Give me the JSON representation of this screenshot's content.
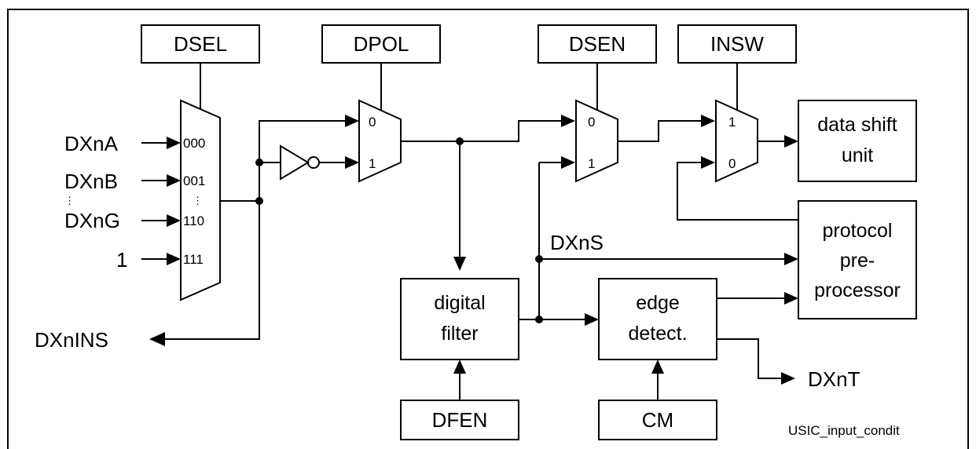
{
  "registers": {
    "dsel": "DSEL",
    "dpol": "DPOL",
    "dsen": "DSEN",
    "insw": "INSW",
    "dfen": "DFEN",
    "cm": "CM"
  },
  "inputs": {
    "dxna": "DXnA",
    "dxnb": "DXnB",
    "dxng": "DXnG",
    "one": "1",
    "vdots": "⋮"
  },
  "mux_inputs": {
    "sel_000": "000",
    "sel_001": "001",
    "sel_110": "110",
    "sel_111": "111",
    "vdots": "⋮"
  },
  "mux_labels": {
    "dpol_0": "0",
    "dpol_1": "1",
    "dsen_0": "0",
    "dsen_1": "1",
    "insw_1": "1",
    "insw_0": "0"
  },
  "blocks": {
    "digital_filter": [
      "digital",
      "filter"
    ],
    "edge_detect": [
      "edge",
      "detect."
    ],
    "data_shift_unit": [
      "data shift",
      "unit"
    ],
    "protocol_preprocessor": [
      "protocol",
      "pre-",
      "processor"
    ]
  },
  "signals": {
    "dxnins": "DXnINS",
    "dxns": "DXnS",
    "dxnt": "DXnT"
  },
  "caption": "USIC_input_condit"
}
